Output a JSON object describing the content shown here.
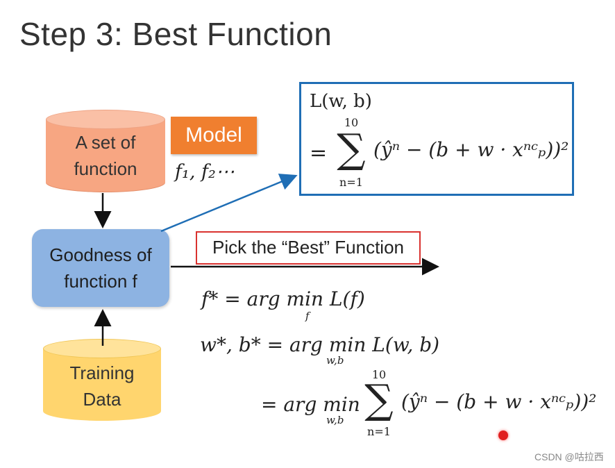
{
  "title": "Step 3: Best Function",
  "model_set": {
    "line1": "A set of",
    "line2": "function"
  },
  "model_tag": "Model",
  "function_names": "f₁, f₂⋯",
  "goodness": {
    "line1": "Goodness of",
    "line2": "function f"
  },
  "training": {
    "line1": "Training",
    "line2": "Data"
  },
  "pick_label": "Pick the “Best” Function",
  "loss": {
    "lhs": "L(w, b)",
    "eq": "=",
    "sum_upper": "10",
    "sum_lower": "n=1",
    "body": "(ŷⁿ − (b + w · xⁿᶜₚ))²"
  },
  "eq1": {
    "lhs": "f* = arg min L(f)",
    "sub": "f"
  },
  "eq2": {
    "lhs": "w*, b* = arg min L(w, b)",
    "sub": "w,b"
  },
  "eq3": {
    "lhs": "= arg min",
    "sub": "w,b",
    "sum_upper": "10",
    "sum_lower": "n=1",
    "body": "(ŷⁿ − (b + w · xⁿᶜₚ))²"
  },
  "watermark": "CSDN @咕拉西",
  "colors": {
    "model_set": "#f7a682",
    "model_tag": "#f07f2f",
    "goodness": "#8db3e2",
    "training": "#ffd56e",
    "loss_border": "#1f6eb5",
    "pick_border": "#d9322f",
    "arrow_blue": "#1f6eb5"
  }
}
